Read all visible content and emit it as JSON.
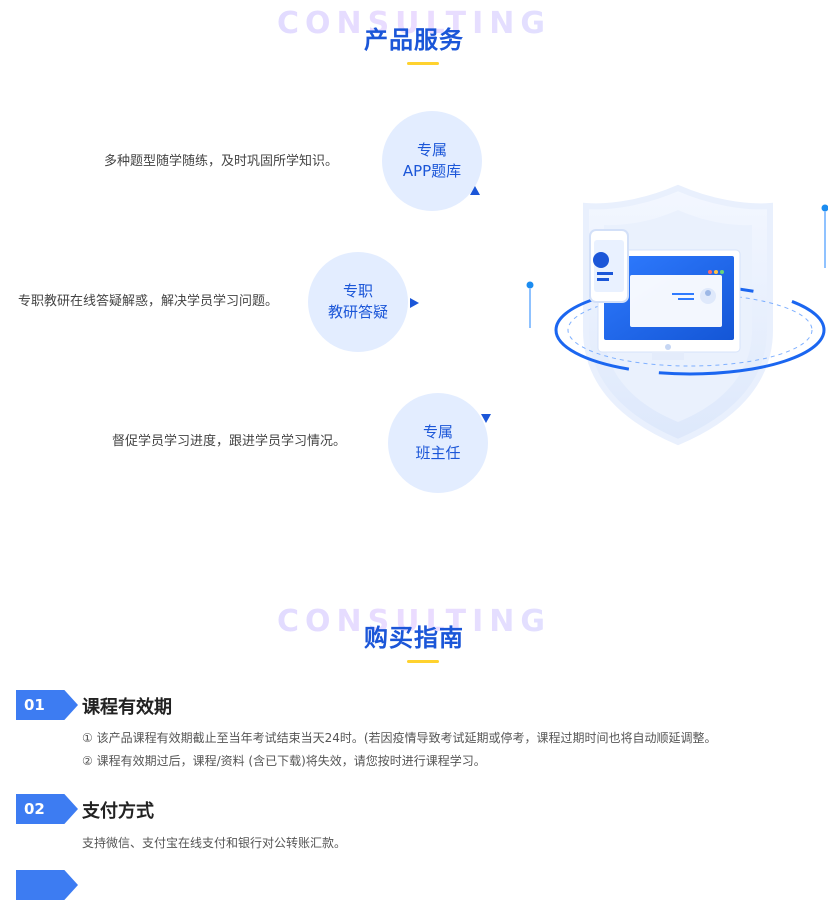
{
  "section1": {
    "bg_word": "CONSULTING",
    "title": "产品服务"
  },
  "features": [
    {
      "text": "多种题型随学随练，及时巩固所学知识。",
      "label_line1": "专属",
      "label_line2": "APP题库",
      "arrow": "up"
    },
    {
      "text": "专职教研在线答疑解惑，解决学员学习问题。",
      "label_line1": "专职",
      "label_line2": "教研答疑",
      "arrow": "right"
    },
    {
      "text": "督促学员学习进度，跟进学员学习情况。",
      "label_line1": "专属",
      "label_line2": "班主任",
      "arrow": "down"
    }
  ],
  "illustration": {
    "icon": "shield-computer-illustration"
  },
  "section2": {
    "bg_word": "CONSULTING",
    "title": "购买指南"
  },
  "guide": [
    {
      "num": "01",
      "title": "课程有效期",
      "lines": [
        "① 该产品课程有效期截止至当年考试结束当天24时。(若因疫情导致考试延期或停考，课程过期时间也将自动顺延调整。",
        "② 课程有效期过后，课程/资料 (含已下载)将失效，请您按时进行课程学习。"
      ]
    },
    {
      "num": "02",
      "title": "支付方式",
      "lines": [
        "支持微信、支付宝在线支付和银行对公转账汇款。"
      ]
    }
  ],
  "colors": {
    "accent": "#1b56d8",
    "badge": "#3d7cf2",
    "circle": "#e3edff",
    "underline": "#ffd22e"
  }
}
